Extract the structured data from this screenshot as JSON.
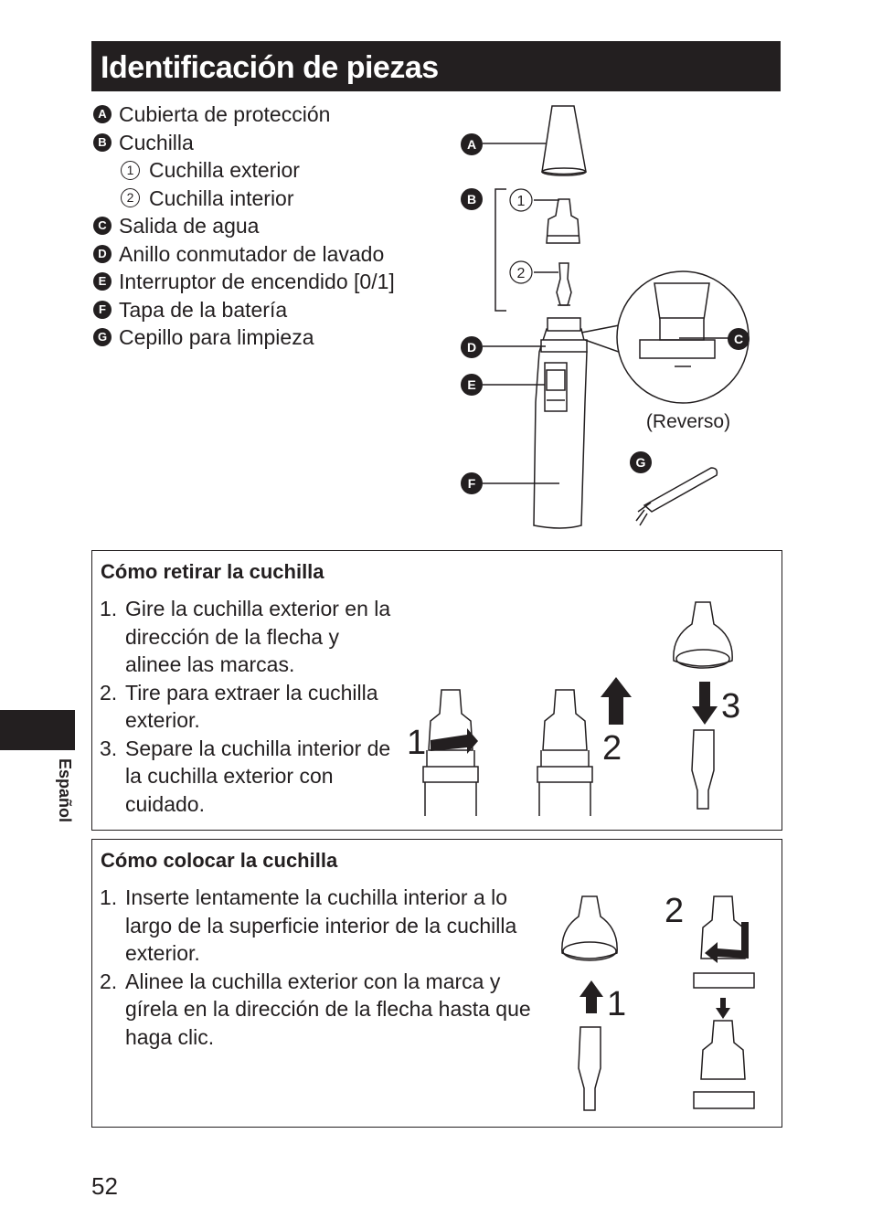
{
  "title": "Identificación de piezas",
  "parts": [
    {
      "badge": "A",
      "label": "Cubierta de protección"
    },
    {
      "badge": "B",
      "label": "Cuchilla"
    },
    {
      "sub": "1",
      "label": "Cuchilla exterior"
    },
    {
      "sub": "2",
      "label": "Cuchilla interior"
    },
    {
      "badge": "C",
      "label": "Salida de agua"
    },
    {
      "badge": "D",
      "label": "Anillo conmutador de lavado"
    },
    {
      "badge": "E",
      "label": "Interruptor de encendido [0/1]"
    },
    {
      "badge": "F",
      "label": "Tapa de la batería"
    },
    {
      "badge": "G",
      "label": "Cepillo para limpieza"
    }
  ],
  "diagram": {
    "labels": [
      "A",
      "B",
      "C",
      "D",
      "E",
      "F",
      "G"
    ],
    "sub1": "1",
    "sub2": "2",
    "reverso": "(Reverso)"
  },
  "remove": {
    "heading": "Cómo retirar la cuchilla",
    "steps": [
      {
        "num": "1.",
        "text": "Gire la cuchilla exterior en la dirección de la flecha y alinee las marcas."
      },
      {
        "num": "2.",
        "text": "Tire para extraer la cuchilla exterior."
      },
      {
        "num": "3.",
        "text": "Separe la cuchilla interior de la cuchilla exterior con cuidado."
      }
    ],
    "figure_numbers": [
      "1",
      "2",
      "3"
    ]
  },
  "attach": {
    "heading": "Cómo colocar la cuchilla",
    "steps": [
      {
        "num": "1.",
        "text": "Inserte lentamente la cuchilla interior a lo largo de la superficie interior de la cuchilla exterior."
      },
      {
        "num": "2.",
        "text": "Alinee la cuchilla exterior con la marca y gírela en la dirección de la flecha hasta que haga clic."
      }
    ],
    "figure_numbers": [
      "1",
      "2"
    ]
  },
  "language": "Español",
  "page_number": "52"
}
